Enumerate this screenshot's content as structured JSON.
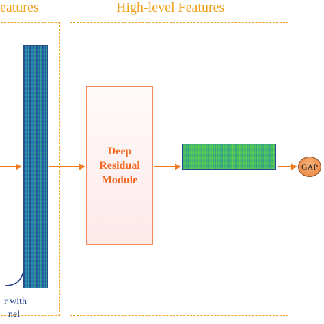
{
  "sections": {
    "low_title": "eatures",
    "high_title": "High-level Features"
  },
  "module": {
    "label": "Deep\nResidual\nModule"
  },
  "gap": {
    "label": "GAP"
  },
  "note": {
    "line1": "r with",
    "line2": "nel"
  },
  "colors": {
    "dashed_border": "#f2a020",
    "arrow": "#f07a20",
    "module_text": "#f26a21",
    "gap_fill": "#ee8d4a"
  },
  "icons": {
    "spectrogram_input": "spectrogram-tall",
    "spectrogram_output": "spectrogram-wide"
  }
}
